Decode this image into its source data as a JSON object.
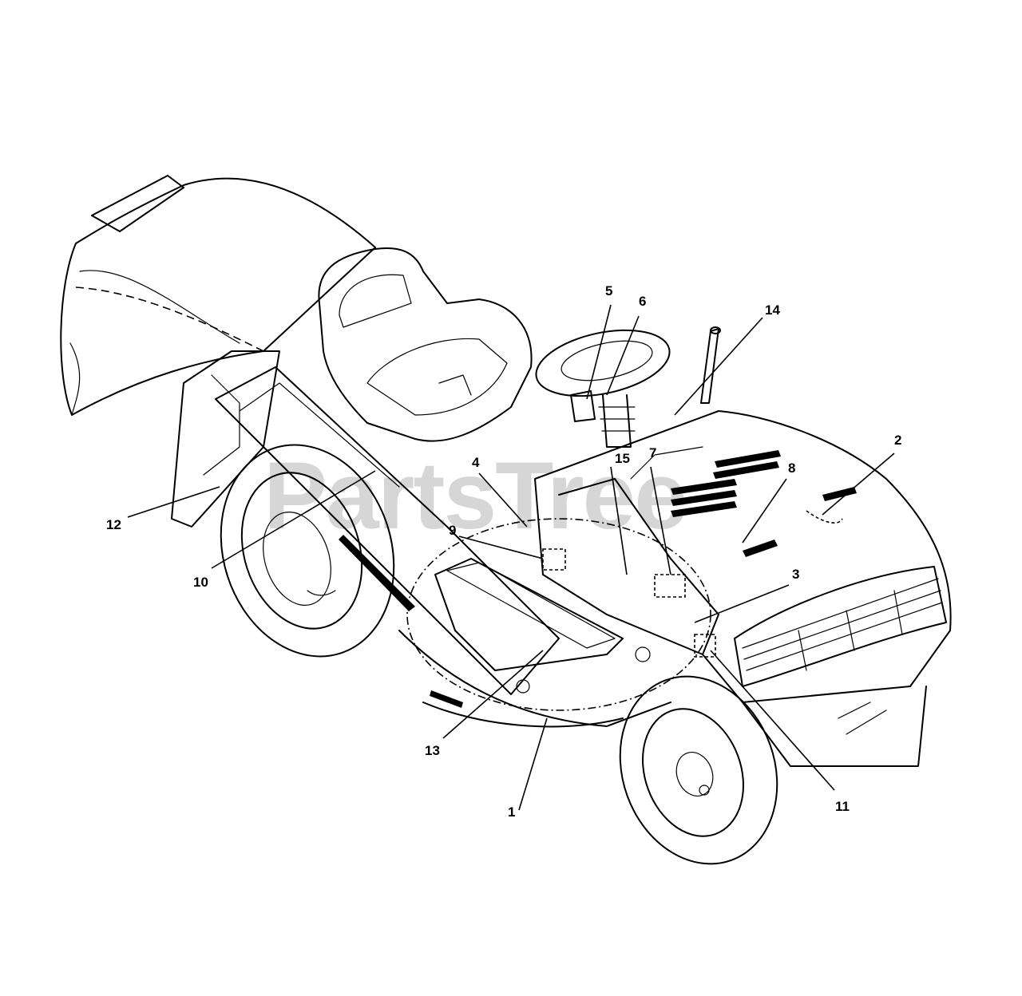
{
  "watermark": "PartsTree",
  "callouts": [
    "1",
    "2",
    "3",
    "4",
    "5",
    "6",
    "7",
    "8",
    "9",
    "10",
    "11",
    "12",
    "13",
    "14",
    "15"
  ],
  "colors": {
    "line": "#000000",
    "background": "#ffffff"
  }
}
